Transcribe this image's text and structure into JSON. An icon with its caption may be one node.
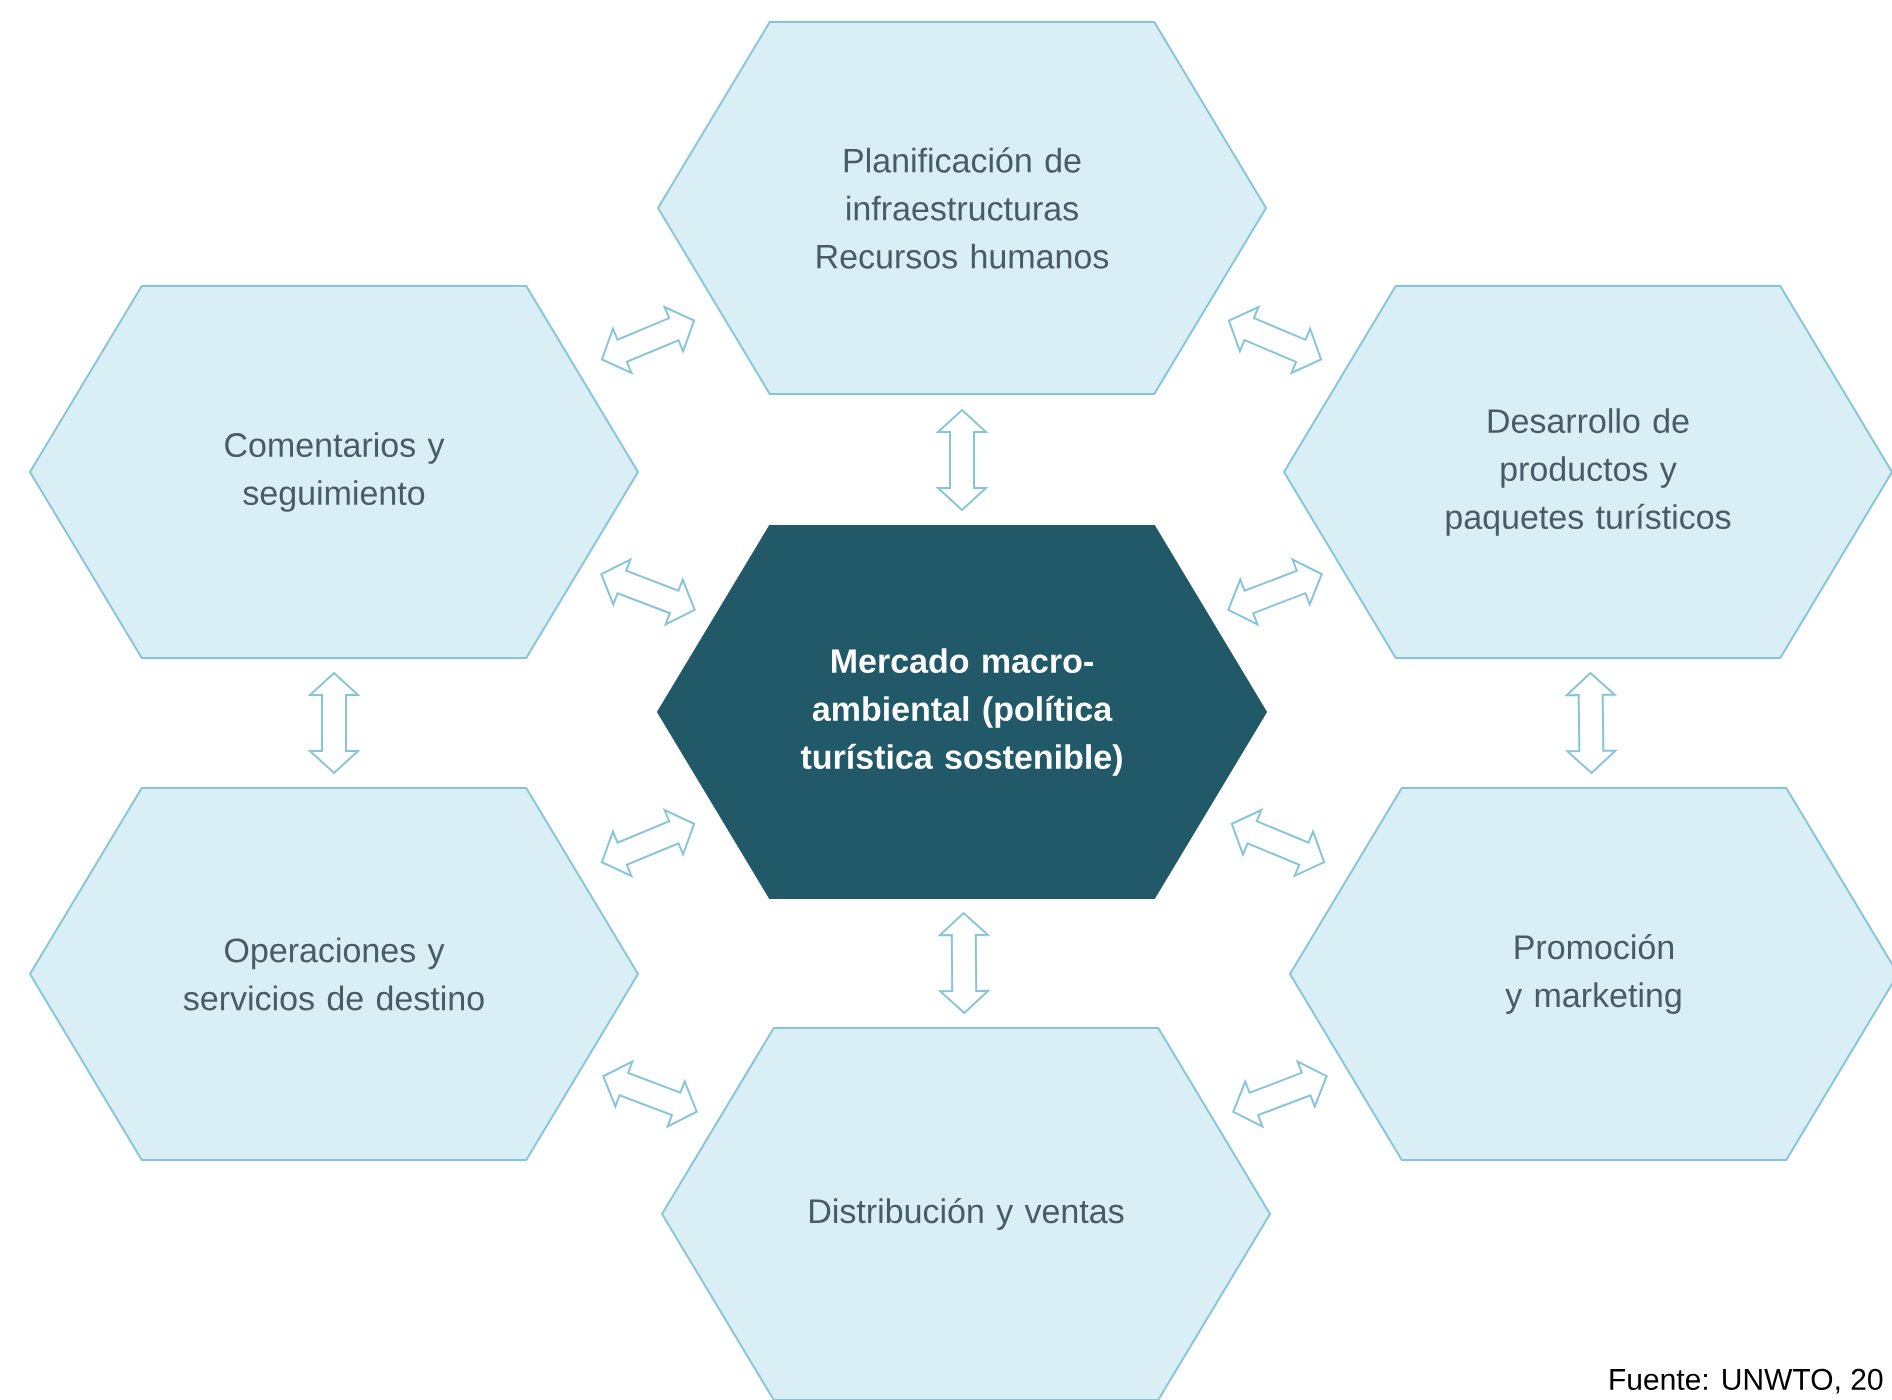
{
  "diagram": {
    "nodes": [
      {
        "text": [
          "Planificación de infraestructuras",
          "Recursos humanos"
        ]
      },
      {
        "text": [
          "Comentarios y seguimiento"
        ]
      },
      {
        "text": [
          "Desarrollo de productos y paquetes turísticos"
        ]
      },
      {
        "text": [
          "Mercado macro-ambiental (política turística sostenible)"
        ]
      },
      {
        "text": [
          "Operaciones y servicios de destino"
        ]
      },
      {
        "text": [
          "Promoción y marketing"
        ]
      },
      {
        "text": [
          "Distribución y ventas"
        ]
      }
    ],
    "edges": [
      {
        "from": 0,
        "to": 1,
        "arrow": "both"
      },
      {
        "from": 0,
        "to": 2,
        "arrow": "both"
      },
      {
        "from": 0,
        "to": 3,
        "arrow": "both"
      },
      {
        "from": 1,
        "to": 3,
        "arrow": "both"
      },
      {
        "from": 2,
        "to": 3,
        "arrow": "both"
      },
      {
        "from": 1,
        "to": 4,
        "arrow": "both"
      },
      {
        "from": 2,
        "to": 5,
        "arrow": "both"
      },
      {
        "from": 4,
        "to": 3,
        "arrow": "both"
      },
      {
        "from": 5,
        "to": 3,
        "arrow": "both"
      },
      {
        "from": 6,
        "to": 3,
        "arrow": "both"
      },
      {
        "from": 4,
        "to": 6,
        "arrow": "both"
      },
      {
        "from": 5,
        "to": 6,
        "arrow": "both"
      }
    ],
    "labels": [
      "Fuente: UNWTO, 20"
    ]
  }
}
